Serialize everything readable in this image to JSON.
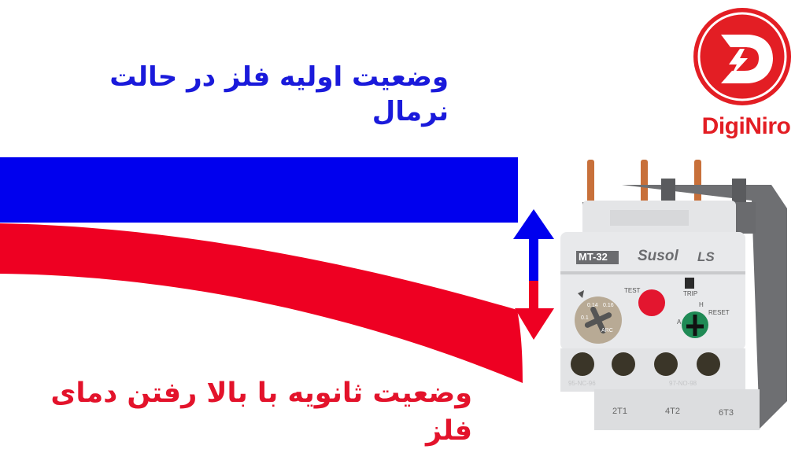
{
  "texts": {
    "top_caption": "وضعیت اولیه فلز در حالت نرمال",
    "bottom_caption": "وضعیت ثانویه با بالا رفتن دمای فلز"
  },
  "logo": {
    "brand": "DigiNiro",
    "color": "#e31e24"
  },
  "relay": {
    "model": "MT-32",
    "series": "Susol",
    "maker": "LS",
    "test_label": "TEST",
    "trip_label": "TRIP",
    "reset_label": "RESET",
    "h_label": "H",
    "a_label": "A",
    "dial_values": [
      "0.1",
      "0.14",
      "0.16"
    ],
    "dial_marking": "ARC",
    "aux_left": "95-NC-96",
    "aux_right": "97-NO-98",
    "terminals": [
      "2T1",
      "4T2",
      "6T3"
    ]
  },
  "colors": {
    "blue": "#0000ee",
    "red": "#ee0022",
    "title_blue": "#1a1adb",
    "title_red": "#e3132b"
  }
}
